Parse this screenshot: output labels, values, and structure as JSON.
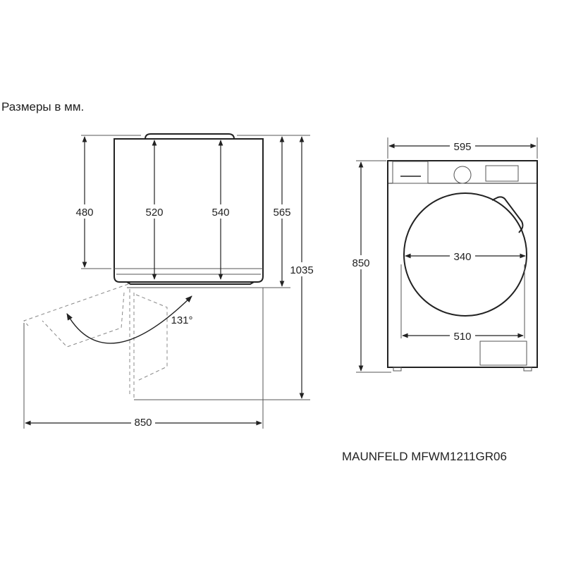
{
  "caption": "Размеры в мм.",
  "model": "MAUNFELD MFWM1211GR06",
  "top_view": {
    "dimensions": {
      "depth_480": "480",
      "depth_520": "520",
      "depth_540": "540",
      "depth_565": "565",
      "depth_with_door": "1035",
      "width_with_door": "850",
      "door_angle": "131°"
    }
  },
  "front_view": {
    "dimensions": {
      "width": "595",
      "height": "850",
      "door_diameter": "340",
      "door_width": "510"
    }
  }
}
